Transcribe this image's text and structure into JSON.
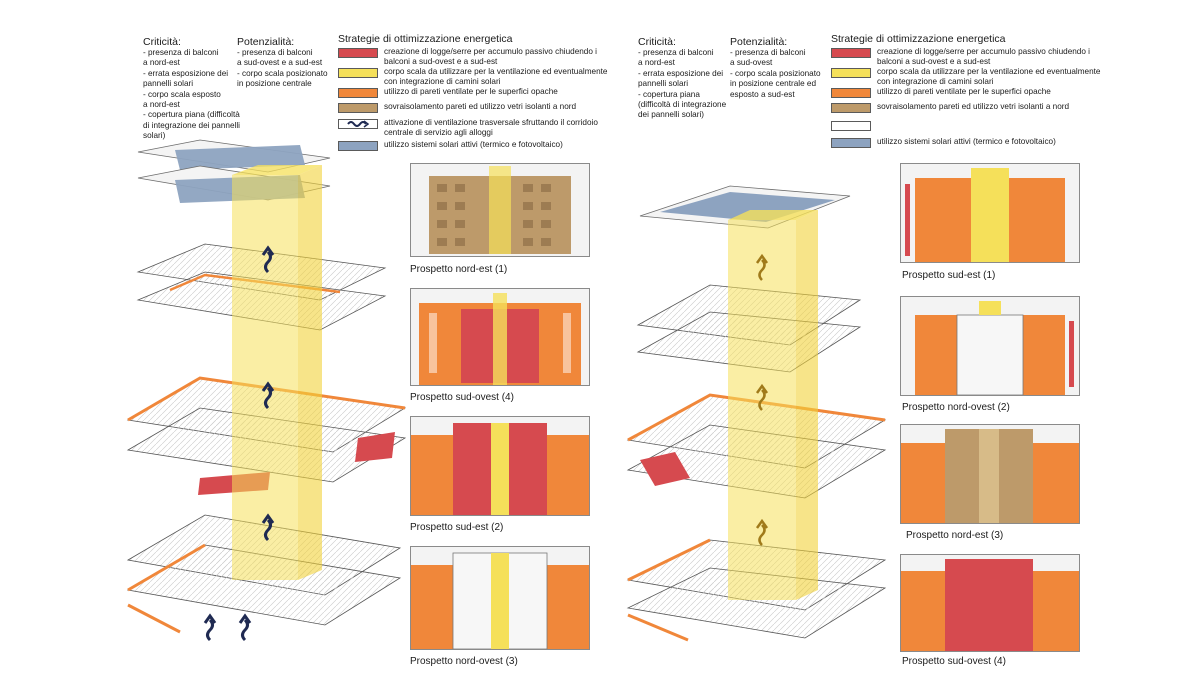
{
  "colors": {
    "red": "#d64a4f",
    "yellow": "#f5e05a",
    "orange": "#f0873a",
    "brown": "#bd9a6a",
    "blue": "#8da3c0",
    "wave": "#1f2a52"
  },
  "left": {
    "criticita": {
      "title": "Criticità:",
      "items": "- presenza di balconi\n  a nord-est\n- errata esposizione dei\n  pannelli solari\n- corpo scala esposto\n  a nord-est\n- copertura piana (difficoltà\n  di integrazione dei pannelli\n  solari)"
    },
    "potenzialita": {
      "title": "Potenzialità:",
      "items": "- presenza di balconi\n  a sud-ovest e a sud-est\n- corpo scala posizionato\n  in posizione centrale"
    },
    "strategie_title": "Strategie di ottimizzazione energetica",
    "legend": [
      {
        "icon": "red-swatch",
        "text": "creazione di logge/serre per accumulo passivo chiudendo i\nbalconi a sud-ovest e a sud-est"
      },
      {
        "icon": "yellow-swatch",
        "text": "corpo scala da utilizzare per la ventilazione ed eventualmente\ncon integrazione di camini solari"
      },
      {
        "icon": "orange-swatch",
        "text": "utilizzo di pareti ventilate per le superfici opache"
      },
      {
        "icon": "brown-swatch",
        "text": "sovraisolamento pareti ed utilizzo vetri isolanti a nord"
      },
      {
        "icon": "wave-icon",
        "text": "attivazione di ventilazione trasversale sfruttando il corridoio\ncentrale di servizio agli alloggi"
      },
      {
        "icon": "blue-swatch",
        "text": "utilizzo sistemi solari attivi (termico e fotovoltaico)"
      }
    ],
    "elevations": [
      {
        "label": "Prospetto nord-est (1)"
      },
      {
        "label": "Prospetto sud-ovest (4)"
      },
      {
        "label": "Prospetto sud-est (2)"
      },
      {
        "label": "Prospetto nord-ovest (3)"
      }
    ]
  },
  "right": {
    "criticita": {
      "title": "Criticità:",
      "items": "- presenza di balconi\n  a nord-est\n- errata esposizione dei\n  pannelli solari\n- copertura piana\n  (difficoltà di integrazione\n  dei pannelli solari)"
    },
    "potenzialita": {
      "title": "Potenzialità:",
      "items": "- presenza di balconi\n  a sud-ovest\n- corpo scala posizionato\n  in posizione centrale ed\n  esposto a sud-est"
    },
    "strategie_title": "Strategie di ottimizzazione energetica",
    "legend": [
      {
        "icon": "red-swatch",
        "text": "creazione di logge/serre per accumulo passivo chiudendo i\nbalconi a sud-ovest e a sud-est"
      },
      {
        "icon": "yellow-swatch",
        "text": "corpo scala da utilizzare per la ventilazione ed eventualmente\ncon integrazione di camini solari"
      },
      {
        "icon": "orange-swatch",
        "text": "utilizzo di pareti ventilate per le superfici opache"
      },
      {
        "icon": "brown-swatch",
        "text": "sovraisolamento pareti ed utilizzo vetri isolanti a nord"
      },
      {
        "icon": "empty-swatch",
        "text": ""
      },
      {
        "icon": "blue-swatch",
        "text": "utilizzo sistemi solari attivi (termico e fotovoltaico)"
      }
    ],
    "elevations": [
      {
        "label": "Prospetto sud-est (1)"
      },
      {
        "label": "Prospetto nord-ovest (2)"
      },
      {
        "label": "Prospetto nord-est (3)"
      },
      {
        "label": "Prospetto sud-ovest (4)"
      }
    ]
  }
}
